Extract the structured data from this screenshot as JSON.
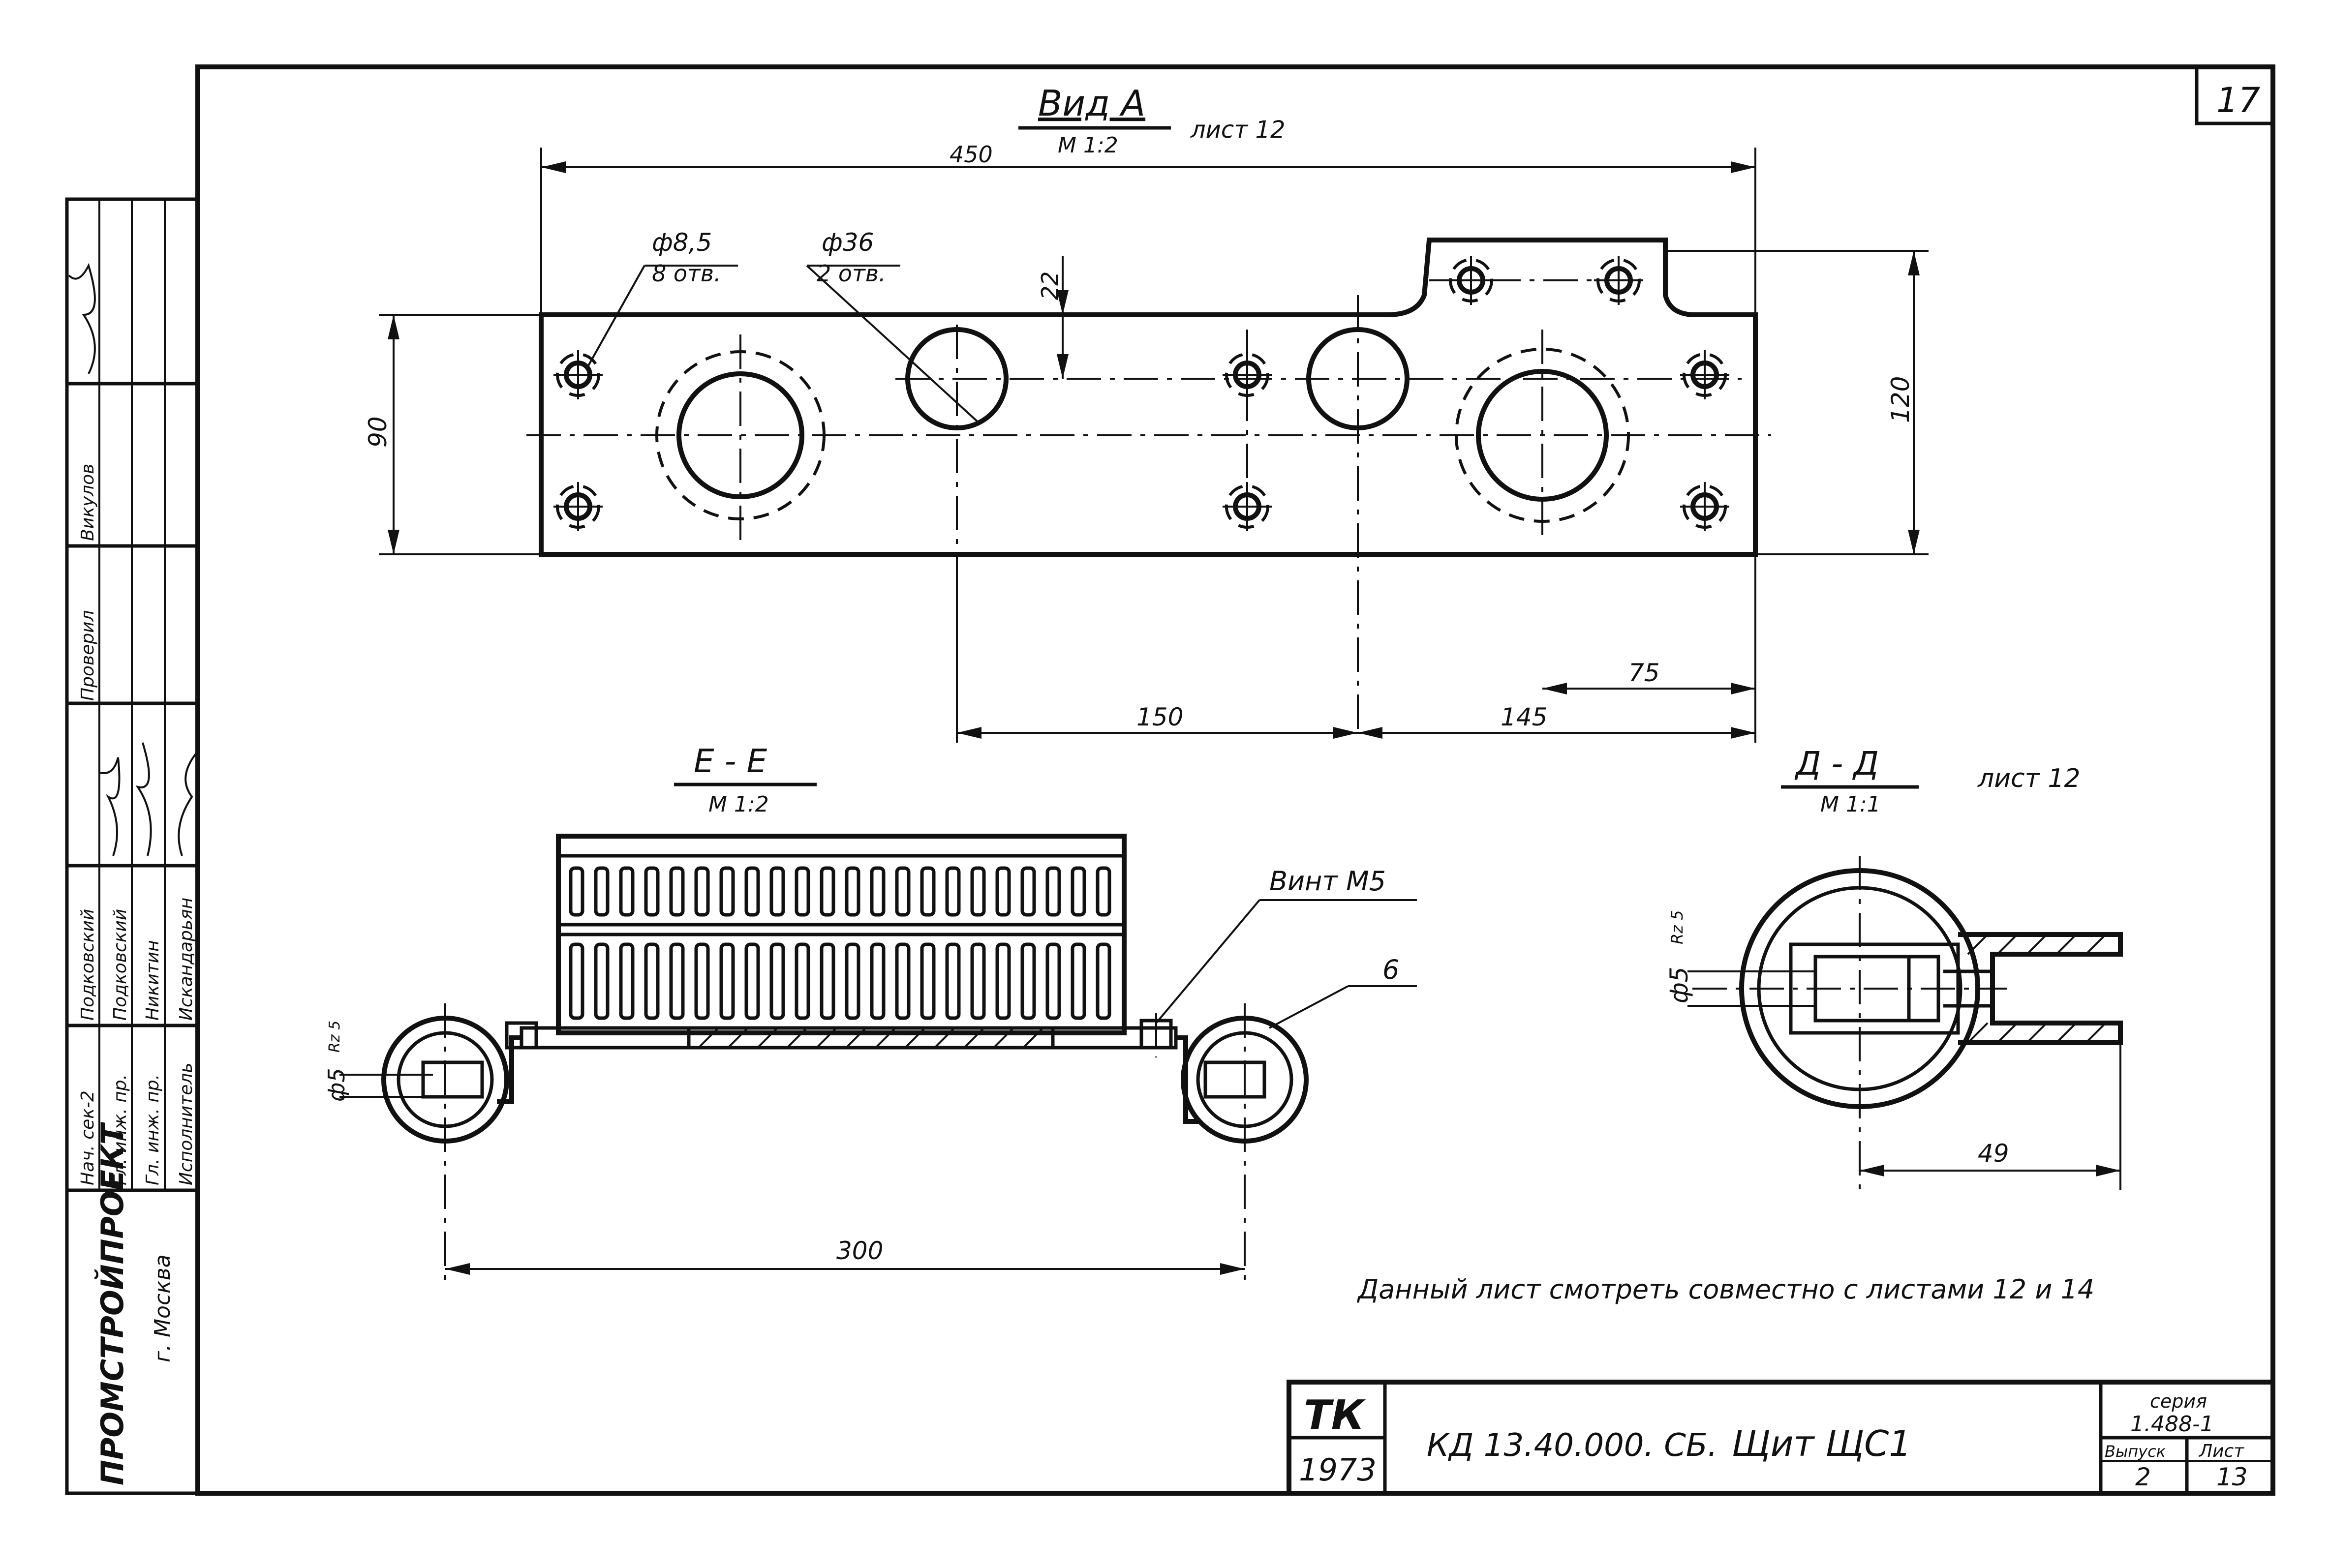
{
  "sheet": {
    "corner_number": "17"
  },
  "view_a": {
    "title": "Вид А",
    "scale": "М 1:2",
    "ref": "лист 12",
    "dim_length": "450",
    "dim_height_left": "90",
    "dim_height_right": "120",
    "dim_step": "22",
    "hole_small_dia": "ф8,5",
    "hole_small_qty": "8 отв.",
    "hole_large_dia": "ф36",
    "hole_large_qty": "2 отв.",
    "dim_150": "150",
    "dim_145": "145",
    "dim_75": "75"
  },
  "section_e": {
    "title": "Е - Е",
    "scale": "М 1:2",
    "screw_label": "Винт М5",
    "pos_label": "6",
    "dim_300": "300",
    "thread": "ф5",
    "thread_note": "Rz 5"
  },
  "section_d": {
    "title": "Д - Д",
    "scale": "М 1:1",
    "ref": "лист 12",
    "dim_49": "49",
    "thread": "ф5",
    "thread_note": "Rz 5"
  },
  "note": "Данный лист смотреть совместно с листами 12 и 14",
  "left_strip": {
    "org_name": "ПРОМСТРОЙПРОЕКТ",
    "city": "г. Москва",
    "roles": [
      "Нач. сек-2",
      "Гл. инж. пр.",
      "Гл. инж. пр.",
      "Исполнитель"
    ],
    "names": [
      "Подковский",
      "Подковский",
      "Никитин",
      "Искандарьян"
    ],
    "checked": "Проверил",
    "checker": "Викулов"
  },
  "title_block": {
    "logo": "ТК",
    "year": "1973",
    "doc_code": "КД 13.40.000. СБ.",
    "doc_name": "Щит ЩС1",
    "series_label": "серия",
    "series_value": "1.488-1",
    "issue_label": "Выпуск",
    "issue_value": "2",
    "sheet_label": "Лист",
    "sheet_value": "13"
  }
}
